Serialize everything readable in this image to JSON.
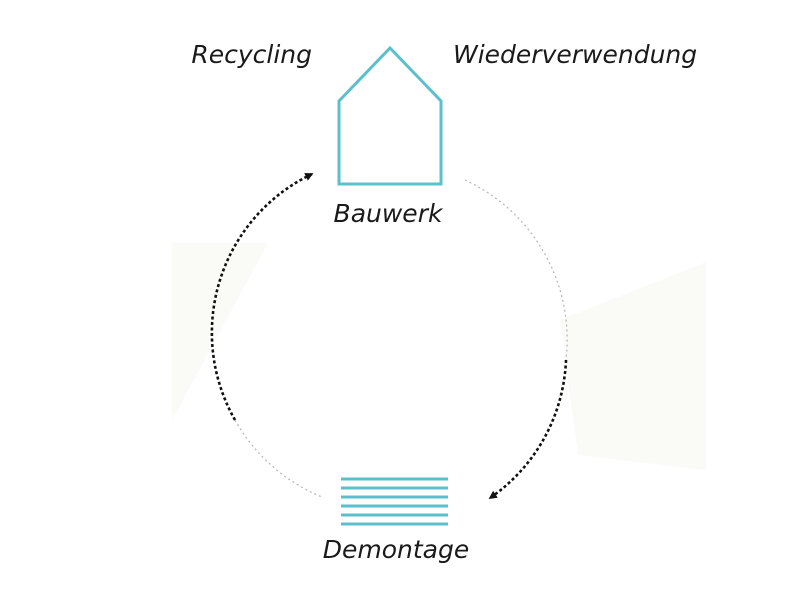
{
  "labels": {
    "recycling": "Recycling",
    "reuse": "Wiederverwendung",
    "building": "Bauwerk",
    "dismantling": "Demontage"
  },
  "icons": {
    "building": "house-outline-icon",
    "dismantling": "stacked-layers-icon"
  },
  "colors": {
    "icon": "#5bc0cc",
    "arrow": "#111111",
    "faint_line": "#b5b5b5",
    "background_shape": "#fafaf6",
    "text": "#1a1a1a"
  }
}
